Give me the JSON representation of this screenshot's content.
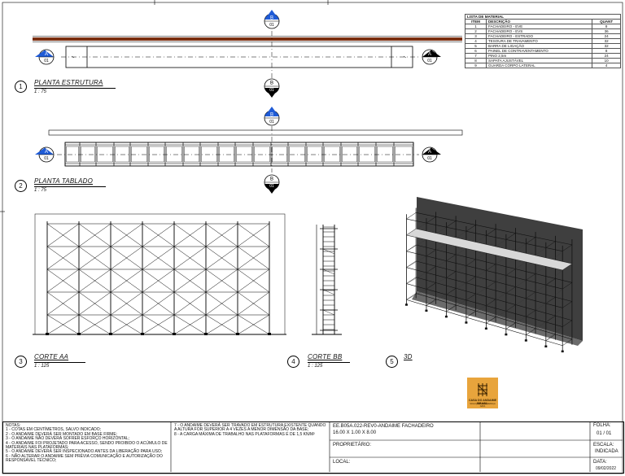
{
  "views": {
    "v1": {
      "num": "1",
      "title": "PLANTA ESTRUTURA",
      "scale": "1 : 75"
    },
    "v2": {
      "num": "2",
      "title": "PLANTA TABLADO",
      "scale": "1 : 75"
    },
    "v3": {
      "num": "3",
      "title": "CORTE AA",
      "scale": "1 : 125"
    },
    "v4": {
      "num": "4",
      "title": "CORTE BB",
      "scale": "1 : 125"
    },
    "v5": {
      "num": "5",
      "title": "3D"
    }
  },
  "markers": {
    "a": "A",
    "b": "B",
    "sheet": "01"
  },
  "material_list": {
    "title": "LISTA DE MATERIAL",
    "headers": [
      "ITEM",
      "DESCRIÇÃO",
      "QUANT"
    ],
    "rows": [
      [
        "1",
        "FACHADEIRO - EVE",
        "8"
      ],
      [
        "2",
        "FACHADEIRO - EVS",
        "36"
      ],
      [
        "3",
        "FACHADEIRO - ESTRADO",
        "24"
      ],
      [
        "4",
        "TESOURA DE TRAVAMENTO",
        "32"
      ],
      [
        "5",
        "BARRA DE LIGAÇÃO",
        "32"
      ],
      [
        "6",
        "PAINEL DE CONTRAVENTAMENTO",
        "8"
      ],
      [
        "7",
        "PINO 2,5m",
        "24"
      ],
      [
        "8",
        "SAPATA AJUSTÁVEL",
        "10"
      ],
      [
        "9",
        "GUARDA CORPO LATERAL",
        "4"
      ]
    ]
  },
  "logo": {
    "name": "CASA DO ANDAIME BRASIL",
    "tagline": "SOLUÇÕES SEGURANÇA NATA"
  },
  "notes": {
    "title": "NOTAS:",
    "col1": [
      "1 - COTAS EM CENTÍMETROS, SALVO INDICADO;",
      "2 - O ANDAIME DEVERÁ SER MONTADO EM BASE FIRME;",
      "3 - O ANDAIME NÃO DEVERÁ SOFRER ESFORÇO HORIZONTAL;",
      "4 - O ANDAIME FOI PROJETADO PARA ACESSO, SENDO PROIBIDO O ACÚMULO DE MATERIAIS NAS PLATAFORMAS;",
      "5 - O ANDAIME DEVERÁ SER INSPECIONADO ANTES DA LIBERAÇÃO PARA USO;",
      "6 - NÃO ALTERAR O ANDAIME SEM PRÉVIA COMUNICAÇÃO E AUTORIZAÇÃO DO RESPONSÁVEL TÉCNICO;"
    ],
    "col2": [
      "7 - O ANDAIME DEVERÁ SER TRAVADO EM ESTRUTURA EXISTENTE QUANDO A ALTURA FOR SUPERIOR A 4 VEZES A MENOR DIMENSÃO DA BASE;",
      "8 - A CARGA MÁXIMA DE TRABALHO NAS PLATAFORMAS É DE 1,5 KN/M²"
    ]
  },
  "title_block": {
    "project": "EE.B05A.022-REV0-ANDAIME FACHADEIRO",
    "dims": "16.00 X 1.00 X 8.00",
    "owner_label": "PROPRIETÁRIO:",
    "location_label": "LOCAL:",
    "sheet_label": "FOLHA:",
    "sheet_value": "01 / 01",
    "scale_label": "ESCALA:",
    "scale_value": "INDICADA",
    "date_label": "DATA:",
    "date_value": "09/02/2022"
  },
  "colors": {
    "marker": "#1f5bd6",
    "beam": "#7a2e10",
    "wall": "#3f3f3f",
    "logo": "#e8a43c"
  }
}
